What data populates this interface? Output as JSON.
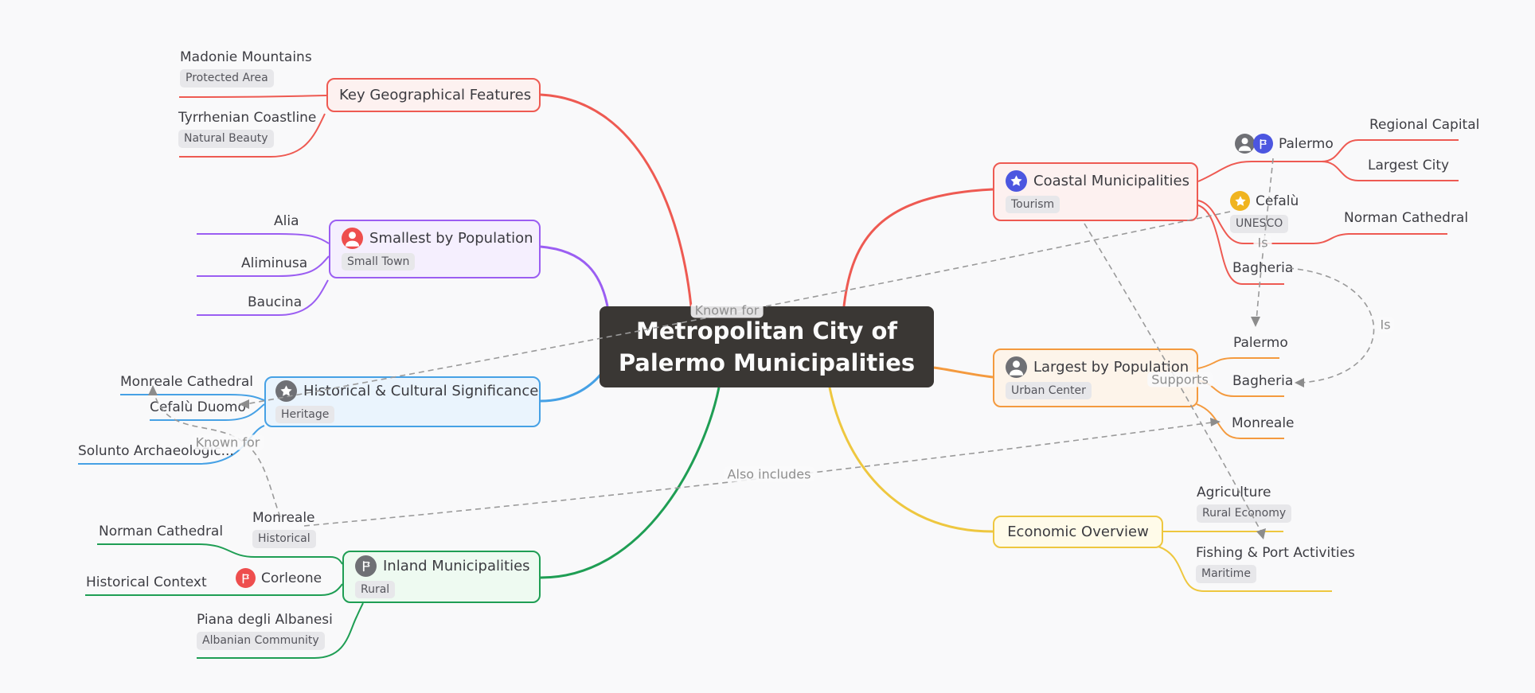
{
  "center": {
    "title_line1": "Metropolitan City of",
    "title_line2": "Palermo Municipalities"
  },
  "colors": {
    "background": "#f9f9fa",
    "central_node": "#3a3734",
    "red_branch": "#ee5a52",
    "purple_branch": "#9b5ef2",
    "blue_branch": "#46a1e5",
    "green_branch": "#1f9e54",
    "orange_branch": "#f49a3e",
    "yellow_branch": "#eec73f",
    "icon_red": "#ee4e4e",
    "icon_gray": "#6f7075",
    "icon_blue": "#4c56e0",
    "icon_yellow": "#f0b41f",
    "dashed_link": "#9a9a9a"
  },
  "branches": {
    "geo": {
      "title": "Key Geographical Features",
      "children": [
        {
          "label": "Madonie Mountains",
          "badge": "Protected Area"
        },
        {
          "label": "Tyrrhenian Coastline",
          "badge": "Natural Beauty"
        }
      ]
    },
    "smallest": {
      "title": "Smallest by Population",
      "badge": "Small Town",
      "icon": "person-red-icon",
      "children": [
        {
          "label": "Alia"
        },
        {
          "label": "Aliminusa"
        },
        {
          "label": "Baucina"
        }
      ]
    },
    "historical": {
      "title": "Historical & Cultural Significance",
      "badge": "Heritage",
      "icon": "star-gray-icon",
      "children": [
        {
          "label": "Monreale Cathedral"
        },
        {
          "label": "Cefalù Duomo"
        },
        {
          "label": "Solunto Archaeologic..."
        }
      ]
    },
    "inland": {
      "title": "Inland Municipalities",
      "badge": "Rural",
      "icon": "flag-gray-icon",
      "children": [
        {
          "label": "Norman Cathedral"
        },
        {
          "label": "Historical Context"
        },
        {
          "label": "Corleone",
          "icon": "flag-red-icon"
        },
        {
          "label": "Piana degli Albanesi",
          "badge": "Albanian Community"
        },
        {
          "label": "Monreale",
          "badge": "Historical"
        }
      ]
    },
    "coastal": {
      "title": "Coastal Municipalities",
      "badge": "Tourism",
      "icon": "star-blue-icon",
      "children": [
        {
          "label": "Palermo",
          "icons": [
            "avatar-gray-icon",
            "flag-blue-icon"
          ],
          "children": [
            {
              "label": "Regional Capital"
            },
            {
              "label": "Largest City"
            }
          ]
        },
        {
          "label": "Cefalù",
          "icon": "star-yellow-icon",
          "badge": "UNESCO",
          "children": [
            {
              "label": "Norman Cathedral"
            }
          ]
        },
        {
          "label": "Bagheria"
        }
      ]
    },
    "largest": {
      "title": "Largest by Population",
      "badge": "Urban Center",
      "icon": "person-gray-icon",
      "children": [
        {
          "label": "Palermo"
        },
        {
          "label": "Bagheria"
        },
        {
          "label": "Monreale"
        }
      ]
    },
    "economic": {
      "title": "Economic Overview",
      "children": [
        {
          "label": "Agriculture",
          "badge": "Rural Economy"
        },
        {
          "label": "Fishing & Port Activities",
          "badge": "Maritime"
        }
      ]
    }
  },
  "links": {
    "known_for_center": "Known for",
    "known_for_left": "Known for",
    "also_includes": "Also includes",
    "is_palermo": "Is",
    "is_bagheria": "Is",
    "supports": "Supports"
  }
}
